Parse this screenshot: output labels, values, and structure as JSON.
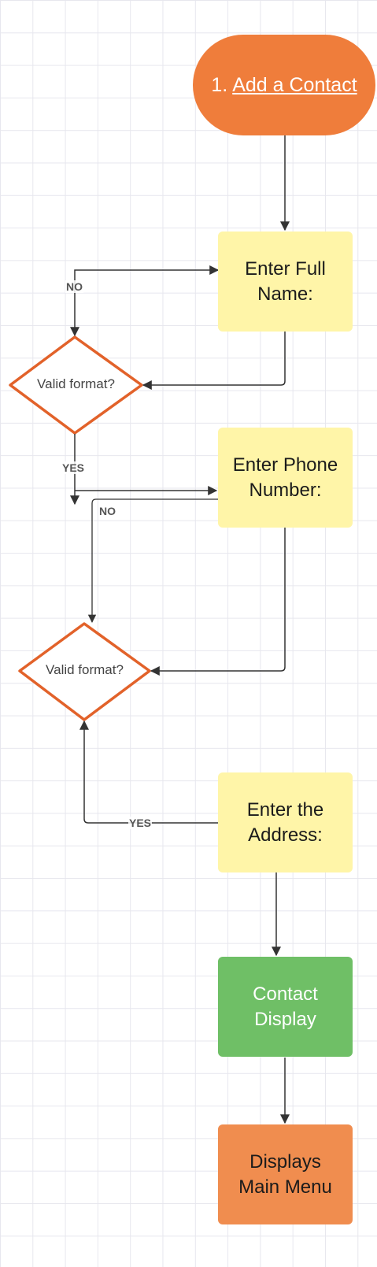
{
  "nodes": {
    "start": {
      "number": "1.",
      "label": "Add a Contact"
    },
    "full_name": {
      "line1": "Enter Full",
      "line2": "Name:"
    },
    "valid1": {
      "label": "Valid format?"
    },
    "phone": {
      "line1": "Enter Phone",
      "line2": "Number:"
    },
    "valid2": {
      "label": "Valid format?"
    },
    "address": {
      "line1": "Enter the",
      "line2": "Address:"
    },
    "contact_display": {
      "line1": "Contact",
      "line2": "Display"
    },
    "main_menu": {
      "line1": "Displays",
      "line2": "Main Menu"
    }
  },
  "edges": {
    "no1": "NO",
    "yes1": "YES",
    "no2": "NO",
    "yes2": "YES"
  },
  "colors": {
    "terminal": "#ef7d3b",
    "process": "#fff5a8",
    "display": "#6fbf66",
    "menu": "#f08d4f",
    "decision_stroke": "#e2622a"
  }
}
